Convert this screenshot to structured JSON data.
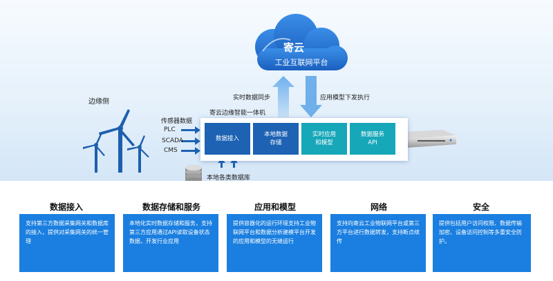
{
  "cloud": {
    "title": "寄云",
    "subtitle": "工业互联网平台"
  },
  "flows": {
    "up": "实时数据同步",
    "down": "应用模型下发执行"
  },
  "edge": {
    "side_label": "边缘侧",
    "device_label": "寄云边缘智能一体机",
    "sensor_label": "传感器数据",
    "sources": [
      "PLC",
      "SCADA",
      "CMS"
    ],
    "db_label": "本地各类数据库",
    "boxes": [
      {
        "line1": "数据接入",
        "line2": ""
      },
      {
        "line1": "本地数据",
        "line2": "存储"
      },
      {
        "line1": "实时应用",
        "line2": "和模型"
      },
      {
        "line1": "数据服务",
        "line2": "API"
      }
    ]
  },
  "sections": [
    {
      "title": "数据接入",
      "text": "支持第三方数据采集网关和数据库的接入，提供对采集网关的统一管理"
    },
    {
      "title": "数据存储和服务",
      "text": "本地化实时数据存储和服务，支持第三方应用通过API读取设备状态数据，开发行业应用"
    },
    {
      "title": "应用和模型",
      "text": "提供容器化的运行环境支持工业物联网平台和数据分析建模平台开发的应用和模型的无缝运行"
    },
    {
      "title": "网络",
      "text": "支持向寄云工业物联网平台或第三方平台进行数据转发，支持断点续传"
    },
    {
      "title": "安全",
      "text": "提供包括用户访问权限、数据传输加密、设备访问控制等多重安全防护。"
    }
  ],
  "colors": {
    "dark_blue": "#1d62b3",
    "teal": "#16a7b9",
    "card_blue": "#1a7fe0"
  }
}
